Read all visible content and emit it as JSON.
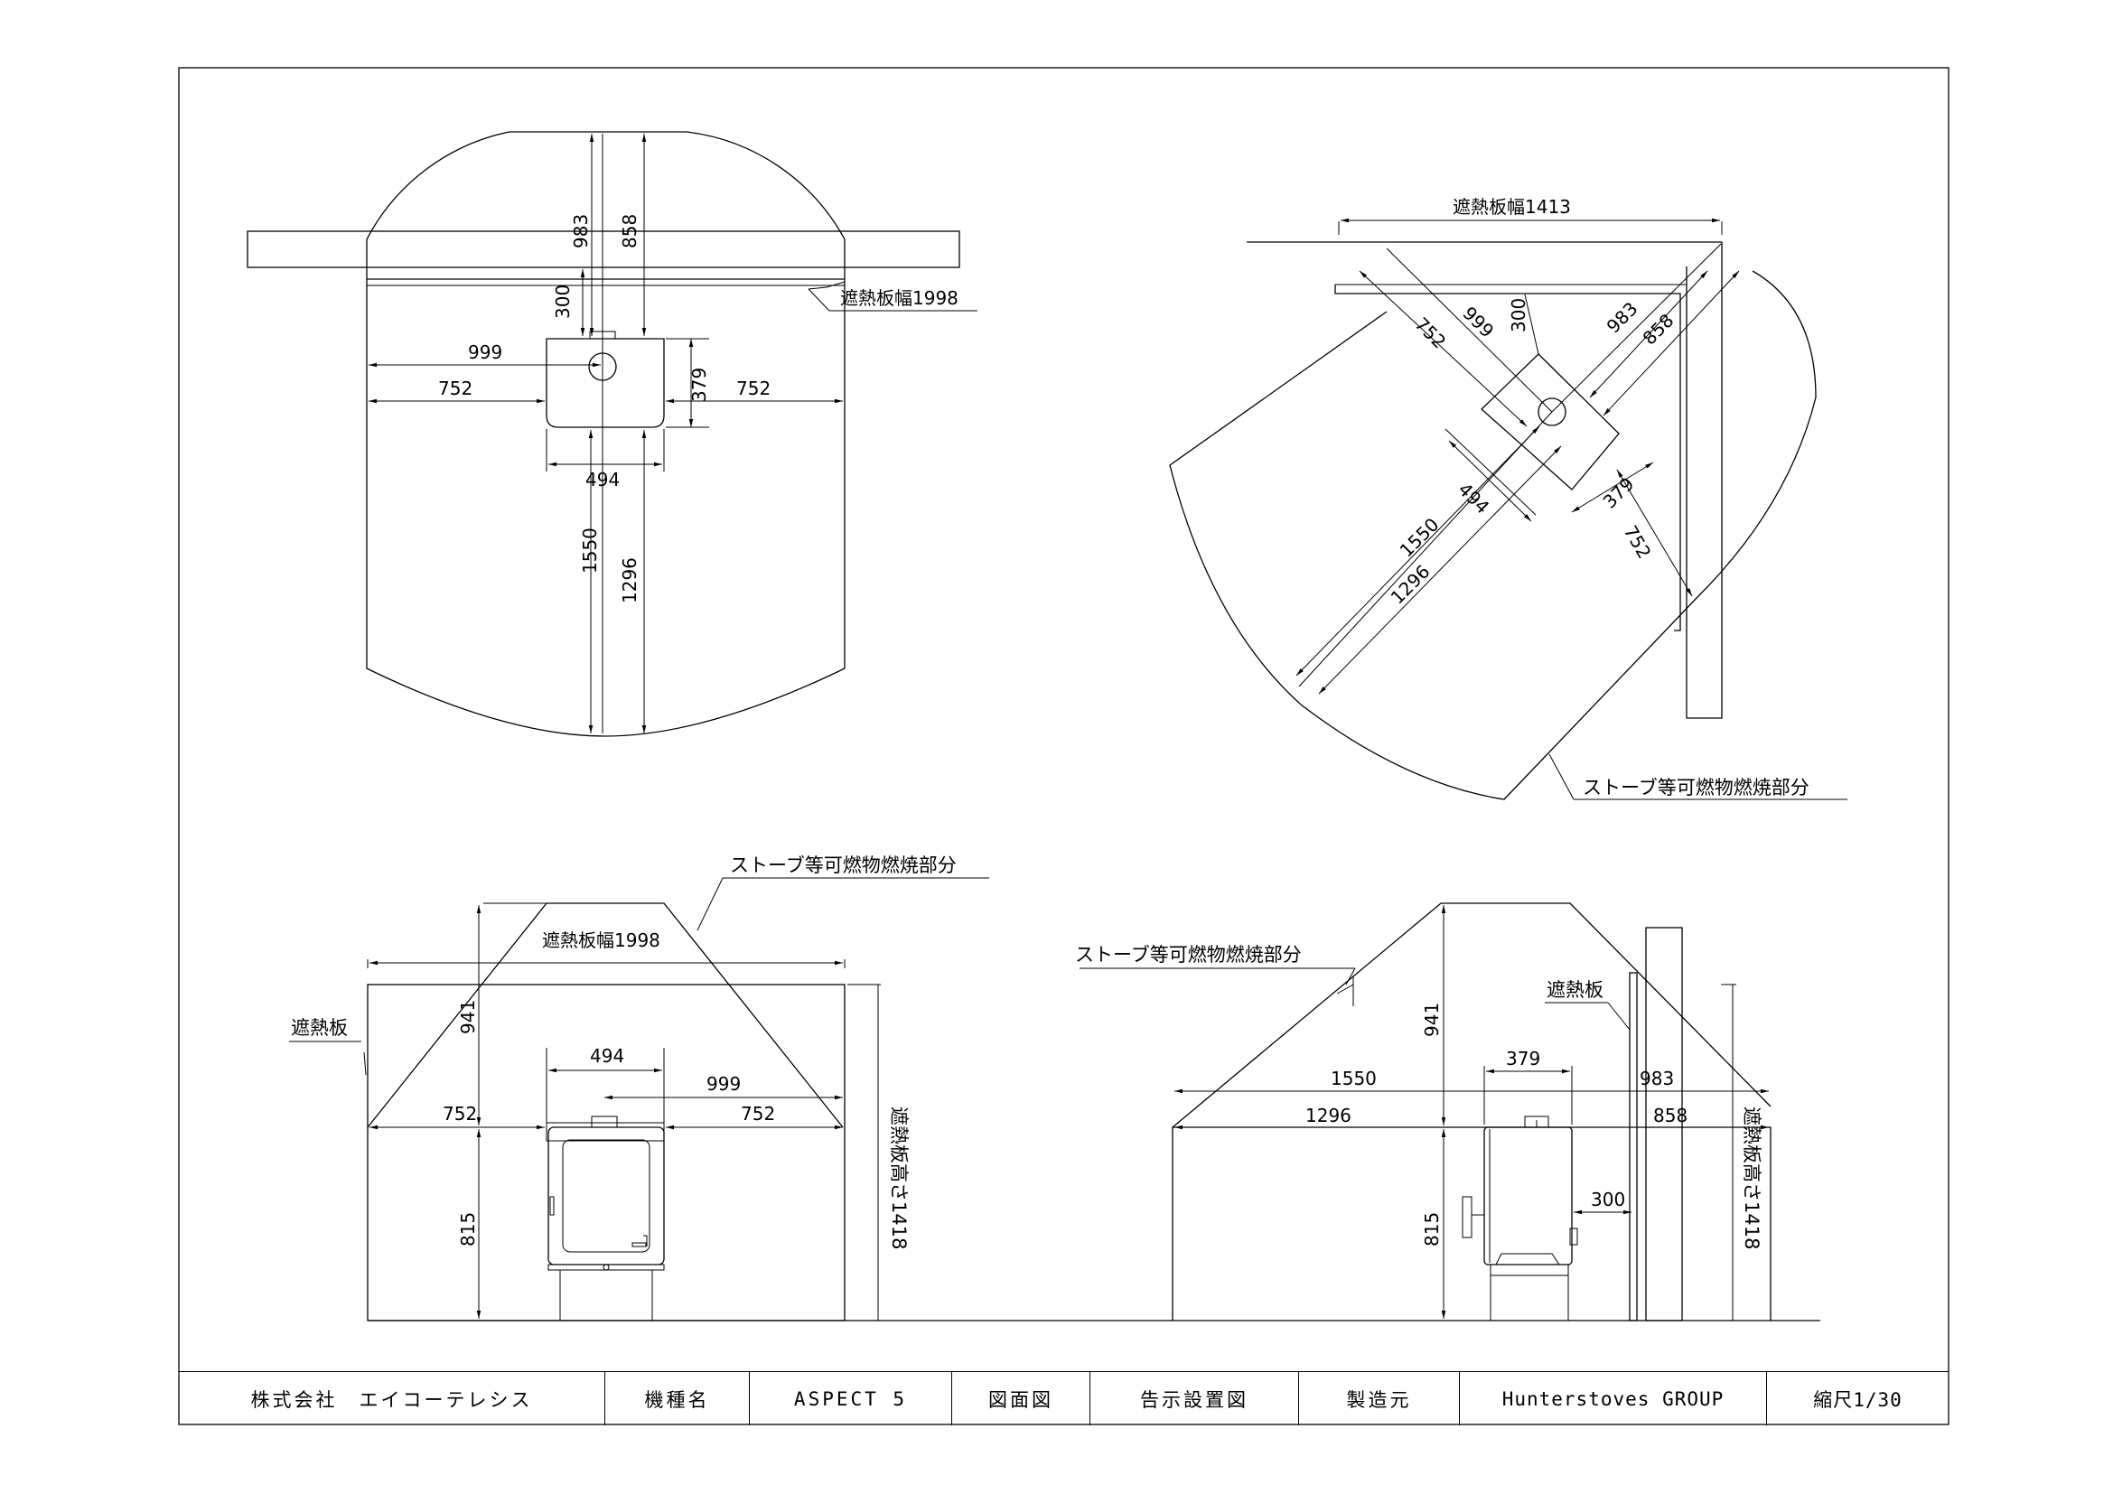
{
  "top_left_view": {
    "dims": {
      "d983": "983",
      "d858": "858",
      "d300": "300",
      "d999": "999",
      "d752_left": "752",
      "d752_right": "752",
      "d379": "379",
      "d494": "494",
      "d1550": "1550",
      "d1296": "1296"
    },
    "shield_width_label": "遮熱板幅1998"
  },
  "top_right_view": {
    "shield_width_label": "遮熱板幅1413",
    "dims": {
      "d752_a": "752",
      "d999": "999",
      "d300": "300",
      "d983": "983",
      "d858": "858",
      "d494": "494",
      "d379": "379",
      "d752_b": "752",
      "d1550": "1550",
      "d1296": "1296"
    },
    "combustible_label": "ストーブ等可燃物燃焼部分"
  },
  "bottom_left_view": {
    "combustible_label": "ストーブ等可燃物燃焼部分",
    "shield_width_label": "遮熱板幅1998",
    "shield_label": "遮熱板",
    "shield_height_label": "遮熱板高さ1418",
    "dims": {
      "d941": "941",
      "d494": "494",
      "d999": "999",
      "d752_left": "752",
      "d752_right": "752",
      "d815": "815"
    }
  },
  "bottom_right_view": {
    "combustible_label": "ストーブ等可燃物燃焼部分",
    "shield_label": "遮熱板",
    "shield_height_label": "遮熱板高さ1418",
    "dims": {
      "d941": "941",
      "d379": "379",
      "d1550": "1550",
      "d983": "983",
      "d1296": "1296",
      "d858": "858",
      "d300": "300",
      "d815": "815"
    }
  },
  "title_block": {
    "company": "株式会社　エイコーテレシス",
    "model_label": "機種名",
    "model_value": "ASPECT 5",
    "drawing_label": "図面図",
    "drawing_value": "告示設置図",
    "maker_label": "製造元",
    "maker_value": "Hunterstoves GROUP",
    "scale": "縮尺1/30"
  }
}
